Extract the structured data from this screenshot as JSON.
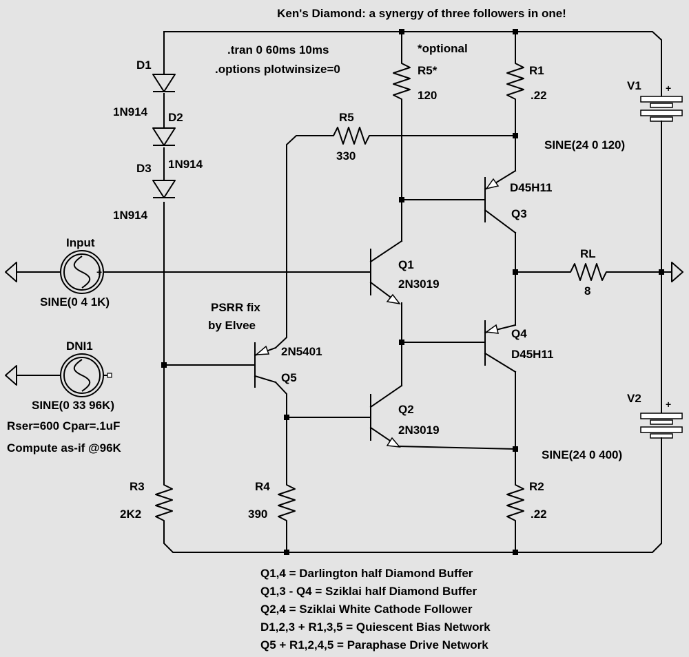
{
  "title": "Ken's Diamond: a synergy of three followers in one!",
  "directives": [
    ".tran 0 60ms 10ms",
    ".options plotwinsize=0"
  ],
  "optional_note": "*optional",
  "psrr_note": [
    "PSRR fix",
    "by Elvee"
  ],
  "components": {
    "D1": {
      "ref": "D1",
      "value": "1N914"
    },
    "D2": {
      "ref": "D2",
      "value": "1N914"
    },
    "D3": {
      "ref": "D3",
      "value": "1N914"
    },
    "R5a": {
      "ref": "R5*",
      "value": "120"
    },
    "R5": {
      "ref": "R5",
      "value": "330"
    },
    "R1": {
      "ref": "R1",
      "value": ".22"
    },
    "R2": {
      "ref": "R2",
      "value": ".22"
    },
    "R3": {
      "ref": "R3",
      "value": "2K2"
    },
    "R4": {
      "ref": "R4",
      "value": "390"
    },
    "RL": {
      "ref": "RL",
      "value": "8"
    },
    "V1": {
      "ref": "V1",
      "value": "SINE(24 0 120)"
    },
    "V2": {
      "ref": "V2",
      "value": "SINE(24 0 400)"
    },
    "Q1": {
      "ref": "Q1",
      "value": "2N3019"
    },
    "Q2": {
      "ref": "Q2",
      "value": "2N3019"
    },
    "Q3": {
      "ref": "Q3",
      "value": "D45H11"
    },
    "Q4": {
      "ref": "Q4",
      "value": "D45H11"
    },
    "Q5": {
      "ref": "Q5",
      "value": "2N5401"
    },
    "Input": {
      "ref": "Input",
      "value": "SINE(0 4 1K)"
    },
    "DNI1": {
      "ref": "DNI1",
      "value": "SINE(0 33 96K)",
      "params": [
        "Rser=600 Cpar=.1uF",
        "Compute as-if @96K"
      ]
    }
  },
  "polarity_plus": "+",
  "notes": [
    "Q1,4 = Darlington half Diamond Buffer",
    "Q1,3 - Q4 = Sziklai half Diamond Buffer",
    "Q2,4 = Sziklai White Cathode Follower",
    "D1,2,3 + R1,3,5 = Quiescent Bias Network",
    "Q5 + R1,2,4,5 = Paraphase Drive Network"
  ]
}
